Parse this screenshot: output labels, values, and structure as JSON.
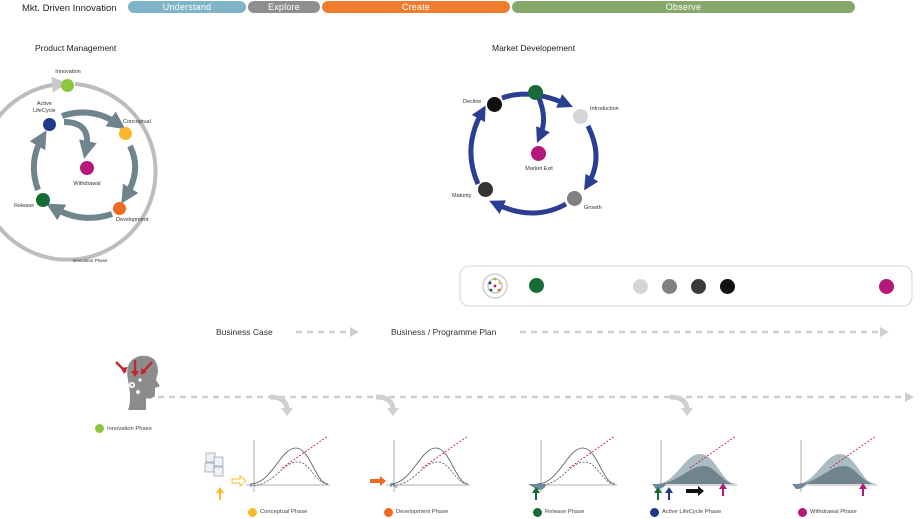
{
  "header": {
    "title": "Mkt. Driven Innovation",
    "stages": [
      {
        "label": "Understand",
        "color": "#7fb3c8"
      },
      {
        "label": "Explore",
        "color": "#8e8e8e"
      },
      {
        "label": "Create",
        "color": "#ee7d30"
      },
      {
        "label": "Observe",
        "color": "#86a86a"
      }
    ]
  },
  "product_management": {
    "title": "Product Management",
    "nodes": {
      "innovation": {
        "label": "Innovation",
        "color": "#8cc63f"
      },
      "active": {
        "label": "Active\nLifeCycle",
        "color": "#1f3a8a"
      },
      "conceptual": {
        "label": "Conceptual",
        "color": "#fbb829"
      },
      "withdrawal": {
        "label": "Withdrawal",
        "color": "#b5187a"
      },
      "release": {
        "label": "Release",
        "color": "#166b36"
      },
      "development": {
        "label": "Development",
        "color": "#ee6a1f"
      }
    },
    "outer_label": "Innovation Phase"
  },
  "market_development": {
    "title": "Market Developement",
    "nodes": {
      "decline": {
        "label": "Decline",
        "color": "#111111"
      },
      "top": {
        "label": "",
        "color": "#166b36"
      },
      "introduction": {
        "label": "Introduction",
        "color": "#d6d6d6"
      },
      "market_exit": {
        "label": "Market Exit",
        "color": "#b5187a"
      },
      "maturity": {
        "label": "Maturity",
        "color": "#333333"
      },
      "growth": {
        "label": "Growth",
        "color": "#808080"
      }
    }
  },
  "legend_bar": {
    "dots": [
      "#166b36",
      "#d6d6d6",
      "#808080",
      "#3a3a3a",
      "#111111",
      "#b5187a"
    ]
  },
  "flow": {
    "business_case": "Business Case",
    "programme_plan": "Business / Programme Plan"
  },
  "innovation_phase": {
    "label": "Innovation Phase",
    "color": "#8cc63f"
  },
  "phases": [
    {
      "label": "Conceptual Phase",
      "color": "#fbb829"
    },
    {
      "label": "Development Phase",
      "color": "#ee6a1f"
    },
    {
      "label": "Release Phase",
      "color": "#166b36"
    },
    {
      "label": "Active LifeCycle Phase",
      "color": "#1f3a8a"
    },
    {
      "label": "Withdrawal Phase",
      "color": "#b5187a"
    }
  ]
}
